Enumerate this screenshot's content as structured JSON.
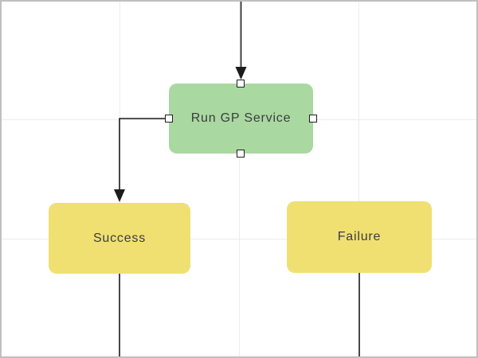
{
  "diagram": {
    "background_color": "#ffffff",
    "frame_border_color": "#bfbfbf",
    "gridline_color": "#ececec",
    "connector_color": "#1c1c1c",
    "handle_fill": "#ffffff",
    "handle_border_color": "#1f1f1f",
    "text_color": "#3c3c3c",
    "nodes": [
      {
        "id": "run-gp-service",
        "label": "Run GP Service",
        "fill": "#a9d8a1",
        "type": "tool",
        "selected": true
      },
      {
        "id": "success",
        "label": "Success",
        "fill": "#f0e072",
        "type": "state",
        "selected": false
      },
      {
        "id": "failure",
        "label": "Failure",
        "fill": "#f0e072",
        "type": "state",
        "selected": false
      }
    ],
    "edges": [
      {
        "from": "offscreen-top",
        "to": "run-gp-service",
        "arrow": true
      },
      {
        "from": "run-gp-service",
        "to": "success",
        "arrow": true
      },
      {
        "from": "success",
        "to": "offscreen-bottom",
        "arrow": false
      },
      {
        "from": "failure",
        "to": "offscreen-bottom",
        "arrow": false
      }
    ]
  }
}
